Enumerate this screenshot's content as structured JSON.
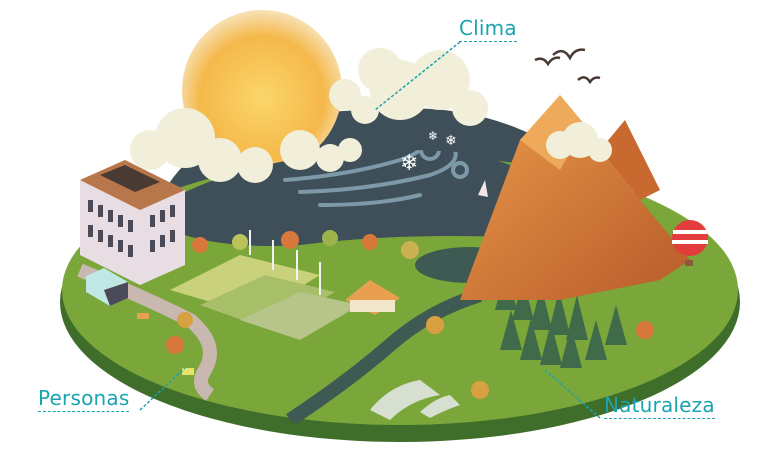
{
  "labels": {
    "clima": "Clima",
    "personas": "Personas",
    "naturaleza": "Naturaleza"
  },
  "colors": {
    "label_accent": "#1aa3b0",
    "sky": "#3e4f5a",
    "grass": "#7aa63a",
    "platform_edge": "#3f6e2a",
    "sun": "#f5b84a",
    "mountain": "#d9803a",
    "cloud": "#f1efd9",
    "water": "#3f5a52"
  },
  "scene": {
    "elements": [
      "sun",
      "clouds",
      "wind-swirls",
      "snowflakes",
      "building",
      "bus",
      "cars",
      "road",
      "wind-turbines",
      "farm-fields",
      "harvester",
      "house",
      "river",
      "bridge",
      "greenhouses",
      "lake",
      "mountains",
      "forest",
      "hot-air-balloon",
      "birds",
      "sailboat"
    ]
  }
}
